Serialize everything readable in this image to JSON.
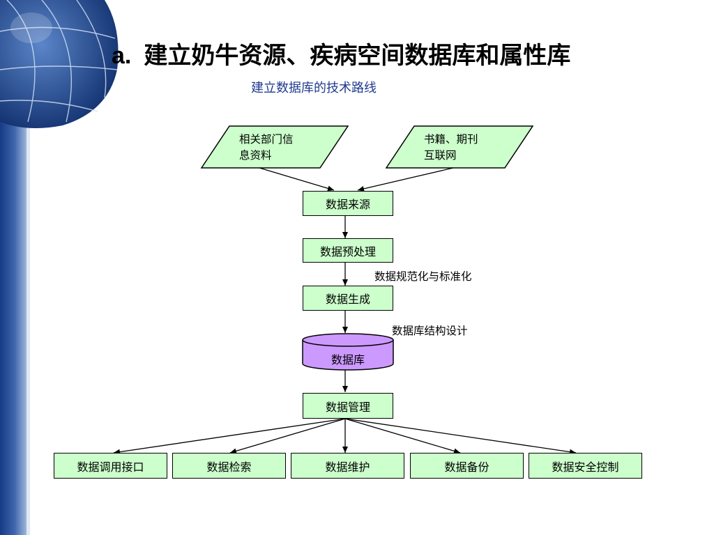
{
  "title": {
    "prefix": "a.",
    "text": "建立奶牛资源、疾病空间数据库和属性库"
  },
  "subtitle": "建立数据库的技术路线",
  "colors": {
    "box_fill": "#ccffcc",
    "database_fill": "#cc99ff",
    "subtitle": "#1f3b8e",
    "decor_blue": "#1c3f8f"
  },
  "decor": {
    "icon": "globe-icon"
  },
  "inputs": {
    "left": {
      "line1": "相关部门信",
      "line2": "息资料"
    },
    "right": {
      "line1": "书籍、期刊",
      "line2": "互联网"
    }
  },
  "flow": {
    "source": "数据来源",
    "preprocess": "数据预处理",
    "normalize_note": "数据规范化与标准化",
    "generate": "数据生成",
    "design_note": "数据库结构设计",
    "database": "数据库",
    "manage": "数据管理"
  },
  "outputs": [
    "数据调用接口",
    "数据检索",
    "数据维护",
    "数据备份",
    "数据安全控制"
  ]
}
